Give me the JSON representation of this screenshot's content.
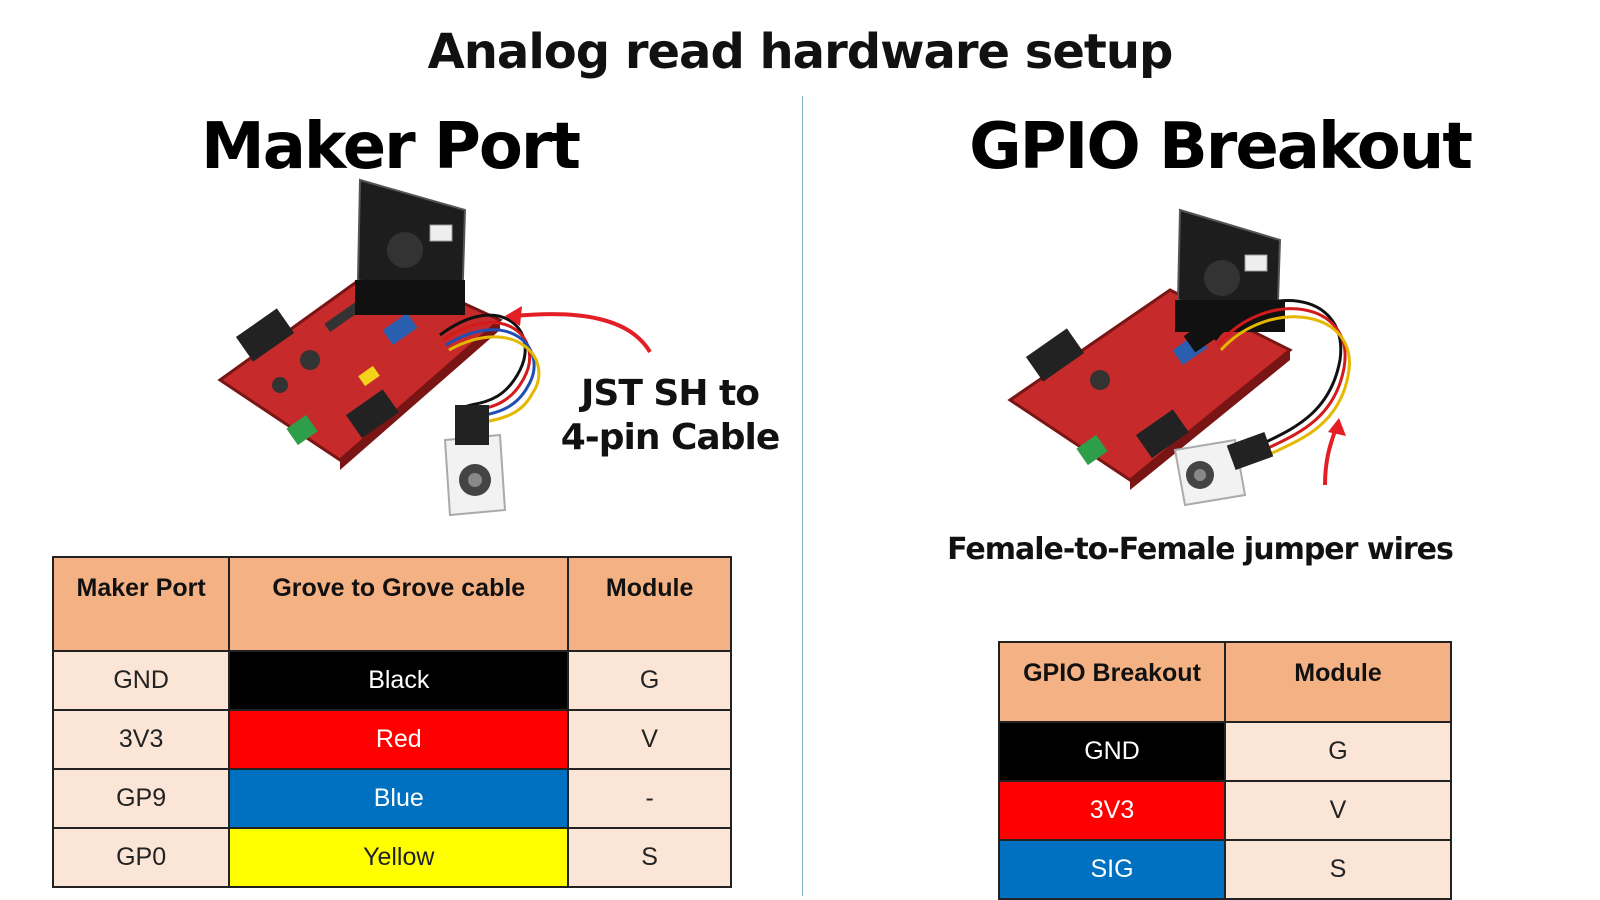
{
  "title": "Analog read hardware setup",
  "left": {
    "title": "Maker Port",
    "callout": "JST SH to 4-pin Cable",
    "table": {
      "headers": [
        "Maker Port",
        "Grove to Grove cable",
        "Module"
      ],
      "rows": [
        {
          "port": "GND",
          "cable": "Black",
          "cable_bg": "#000000",
          "cable_fg": "#ffffff",
          "module": "G"
        },
        {
          "port": "3V3",
          "cable": "Red",
          "cable_bg": "#ff0000",
          "cable_fg": "#ffffff",
          "module": "V"
        },
        {
          "port": "GP9",
          "cable": "Blue",
          "cable_bg": "#0070c0",
          "cable_fg": "#ffffff",
          "module": "-"
        },
        {
          "port": "GP0",
          "cable": "Yellow",
          "cable_bg": "#ffff00",
          "cable_fg": "#222222",
          "module": "S"
        }
      ]
    }
  },
  "right": {
    "title": "GPIO Breakout",
    "callout": "Female-to-Female jumper wires",
    "table": {
      "headers": [
        "GPIO Breakout",
        "Module"
      ],
      "rows": [
        {
          "pin": "GND",
          "pin_bg": "#000000",
          "pin_fg": "#ffffff",
          "module": "G"
        },
        {
          "pin": "3V3",
          "pin_bg": "#ff0000",
          "pin_fg": "#ffffff",
          "module": "V"
        },
        {
          "pin": "SIG",
          "pin_bg": "#0070c0",
          "pin_fg": "#ffffff",
          "module": "S"
        }
      ]
    }
  },
  "colors": {
    "header_bg": "#f4b183",
    "cell_bg": "#fbe5d6",
    "board_red": "#c62a2a",
    "arrow_red": "#e31e24"
  },
  "icons": [
    "motion-board-image",
    "microbit-image",
    "potentiometer-module-image",
    "arrow-icon"
  ]
}
